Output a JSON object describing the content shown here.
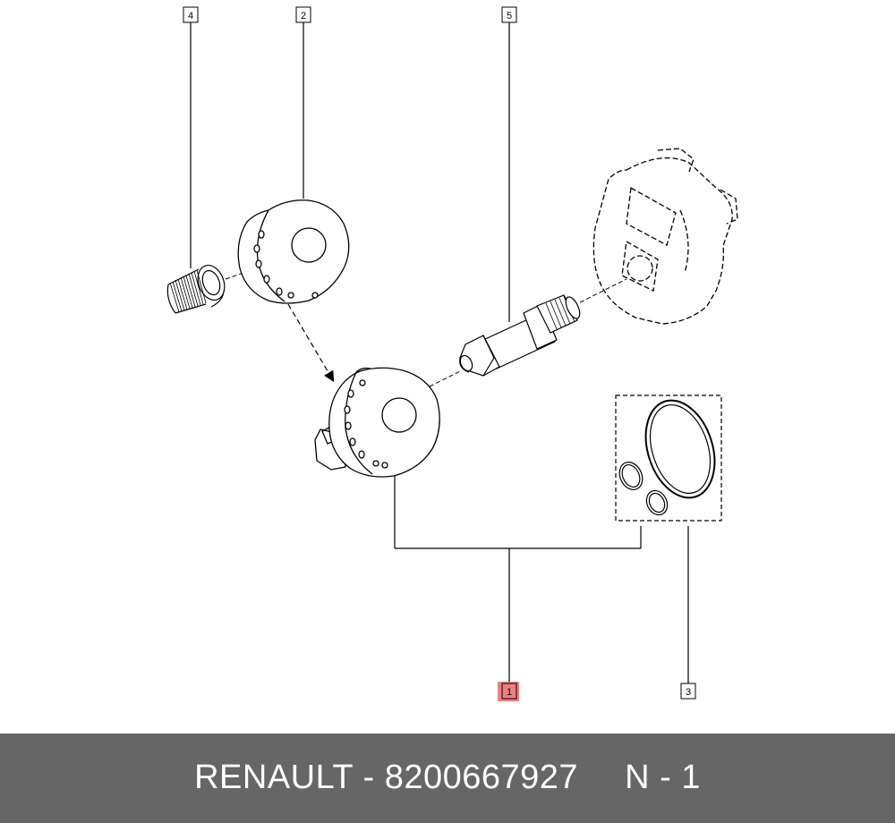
{
  "callouts": [
    {
      "number": "1",
      "highlighted": true
    },
    {
      "number": "2",
      "highlighted": false
    },
    {
      "number": "3",
      "highlighted": false
    },
    {
      "number": "4",
      "highlighted": false
    },
    {
      "number": "5",
      "highlighted": false
    }
  ],
  "footer": {
    "brand": "RENAULT",
    "separator": " - ",
    "part_number": "8200667927",
    "quantity": "N - 1"
  },
  "colors": {
    "highlight": "#f08080",
    "footer_bg": "#666666",
    "footer_text": "#ffffff"
  }
}
